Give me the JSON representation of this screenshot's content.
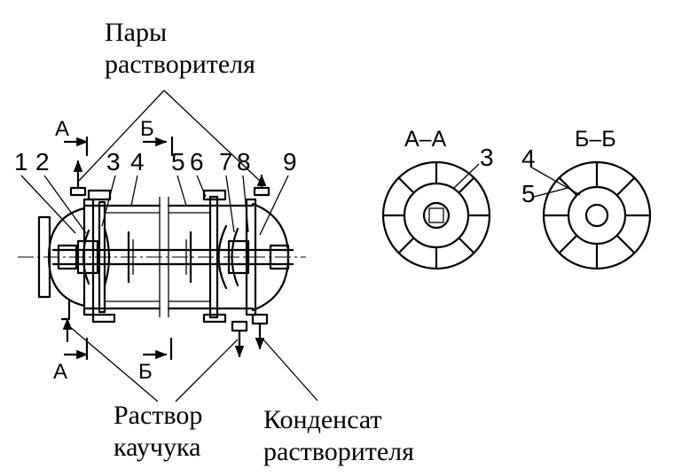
{
  "labels": {
    "solvent_vapor": [
      "Пары",
      "растворителя"
    ],
    "rubber_solution": [
      "Раствор",
      "каучука"
    ],
    "solvent_condensate": [
      "Конденсат",
      "растворителя"
    ]
  },
  "section_marks": {
    "a": "А",
    "b": "Б",
    "view_a": "А–А",
    "view_b": "Б–Б"
  },
  "callouts": {
    "main": [
      "1",
      "2",
      "3",
      "4",
      "5",
      "6",
      "7",
      "8",
      "9"
    ],
    "section_a": [
      "3"
    ],
    "section_b": [
      "4",
      "5"
    ]
  }
}
